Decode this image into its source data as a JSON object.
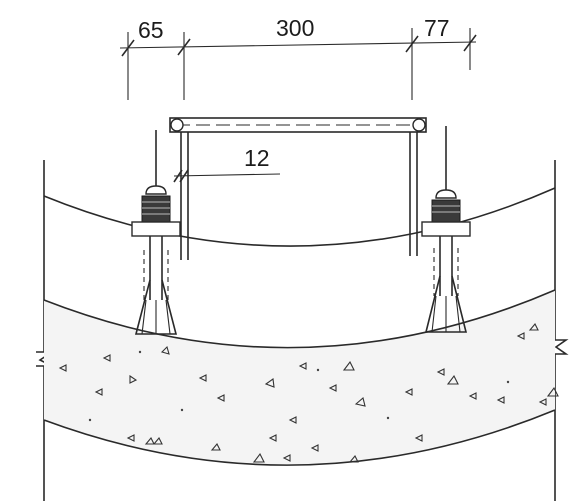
{
  "dimensions": {
    "left_offset": "65",
    "span": "300",
    "right_offset": "77",
    "gap": "12"
  },
  "colors": {
    "line": "#2a2a2a",
    "background": "#ffffff",
    "concrete_fill": "#f2f2f2"
  }
}
